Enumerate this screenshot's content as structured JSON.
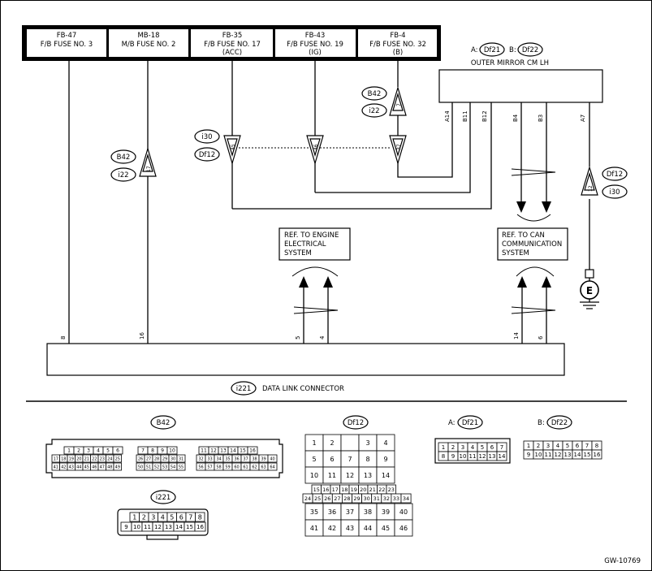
{
  "fuses": [
    {
      "code": "FB-47",
      "name": "F/B FUSE NO. 3",
      "note": ""
    },
    {
      "code": "MB-18",
      "name": "M/B FUSE NO. 2",
      "note": ""
    },
    {
      "code": "FB-35",
      "name": "F/B FUSE NO. 17",
      "note": "(ACC)"
    },
    {
      "code": "FB-43",
      "name": "F/B FUSE NO. 19",
      "note": "(IG)"
    },
    {
      "code": "FB-4",
      "name": "F/B FUSE NO. 32",
      "note": "(B)"
    }
  ],
  "mirror": {
    "name": "OUTER MIRROR CM LH",
    "conn_a_prefix": "A:",
    "conn_a": "Df21",
    "conn_b_prefix": "B:",
    "conn_b": "Df22",
    "pins": [
      "A14",
      "B11",
      "B12",
      "B4",
      "B3",
      "A7"
    ]
  },
  "tags": {
    "b42": "B42",
    "i22": "i22",
    "i30": "i30",
    "df12": "Df12",
    "i221": "i221",
    "df21": "Df21",
    "df22": "Df22"
  },
  "pins_inline": {
    "p7": "7",
    "p17": "17",
    "p45": "45",
    "p46": "46",
    "p37": "37",
    "p12": "12"
  },
  "refs": {
    "engine": [
      "REF. TO ENGINE",
      "ELECTRICAL",
      "SYSTEM"
    ],
    "can": [
      "REF. TO CAN",
      "COMMUNICATION",
      "SYSTEM"
    ]
  },
  "dlc": {
    "label": "DATA LINK CONNECTOR",
    "pins": [
      "8",
      "16",
      "5",
      "4",
      "14",
      "6"
    ]
  },
  "ground_symbol": "E",
  "connector_views": {
    "b42": {
      "row1": [
        "1",
        "2",
        "3",
        "4",
        "5",
        "6",
        "",
        "7",
        "8",
        "9",
        "10",
        "",
        "11",
        "12",
        "13",
        "14",
        "15",
        "16"
      ],
      "row2": [
        "17",
        "18",
        "19",
        "20",
        "21",
        "22",
        "23",
        "24",
        "25",
        "26",
        "27",
        "28",
        "29",
        "30",
        "31",
        "32",
        "33",
        "34",
        "35",
        "36",
        "37",
        "38",
        "39",
        "40"
      ],
      "row3": [
        "41",
        "42",
        "43",
        "44",
        "45",
        "46",
        "47",
        "48",
        "49",
        "50",
        "51",
        "52",
        "53",
        "54",
        "55",
        "56",
        "57",
        "58",
        "59",
        "60",
        "61",
        "62",
        "63",
        "64"
      ]
    },
    "i221": {
      "row1": [
        "1",
        "2",
        "3",
        "4",
        "5",
        "6",
        "7",
        "8"
      ],
      "row2": [
        "9",
        "10",
        "11",
        "12",
        "13",
        "14",
        "15",
        "16"
      ]
    },
    "df12": {
      "rows": [
        [
          "1",
          "2",
          "",
          "3",
          "4"
        ],
        [
          "5",
          "6",
          "7",
          "8",
          "9"
        ],
        [
          "10",
          "11",
          "12",
          "13",
          "14"
        ],
        [
          "15",
          "16",
          "17",
          "18",
          "19",
          "20",
          "21",
          "22",
          "23"
        ],
        [
          "24",
          "25",
          "26",
          "27",
          "28",
          "29",
          "30",
          "31",
          "32",
          "33",
          "34"
        ],
        [
          "35",
          "36",
          "37",
          "38",
          "39",
          "40"
        ],
        [
          "41",
          "42",
          "43",
          "44",
          "45",
          "46"
        ]
      ]
    },
    "df21": {
      "prefix": "A:",
      "row1": [
        "1",
        "2",
        "3",
        "4",
        "5",
        "6",
        "7"
      ],
      "row2": [
        "8",
        "9",
        "10",
        "11",
        "12",
        "13",
        "14"
      ]
    },
    "df22": {
      "prefix": "B:",
      "row1": [
        "1",
        "2",
        "3",
        "4",
        "5",
        "6",
        "7",
        "8"
      ],
      "row2": [
        "9",
        "10",
        "11",
        "12",
        "13",
        "14",
        "15",
        "16"
      ]
    }
  },
  "figure_id": "GW-10769"
}
